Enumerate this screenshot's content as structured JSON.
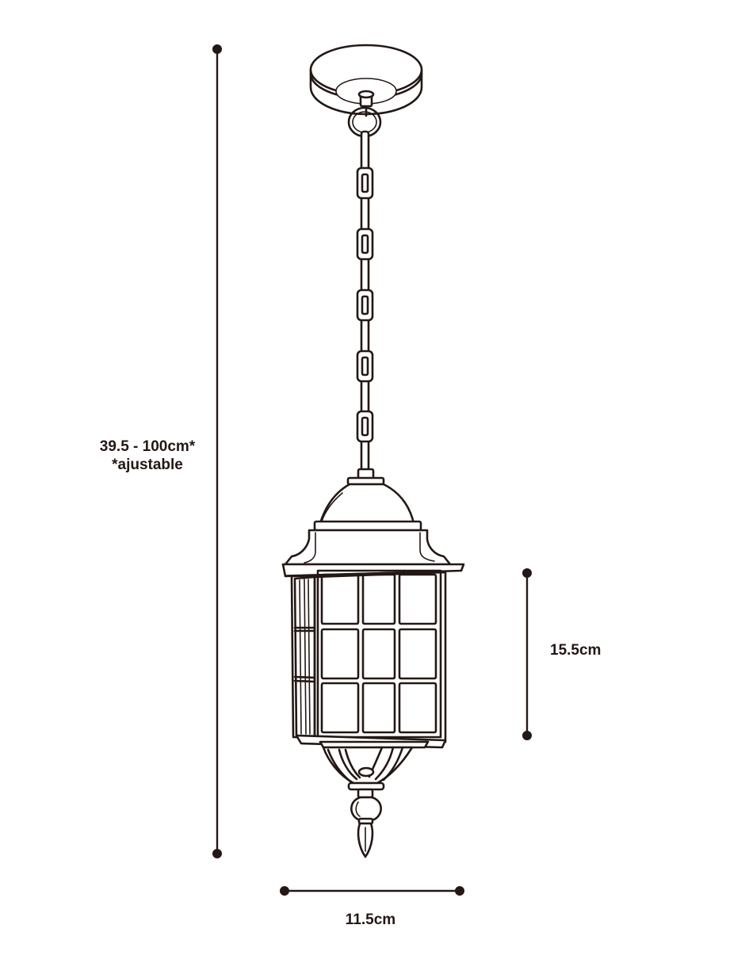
{
  "dimensions": {
    "total_height": {
      "value": "39.5 - 100cm*",
      "note": "*ajustable"
    },
    "lantern_height": "15.5cm",
    "lantern_width": "11.5cm"
  },
  "colors": {
    "line": "#231815",
    "background": "#ffffff"
  }
}
